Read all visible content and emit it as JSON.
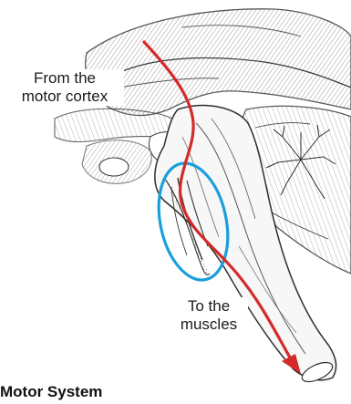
{
  "labels": {
    "from": [
      "From the",
      "motor cortex"
    ],
    "to": [
      "To the",
      "muscles"
    ]
  },
  "caption": "Motor System",
  "colors": {
    "pathway": "#d42a2a",
    "highlight": "#1a9fdc",
    "engraving": "#3a3a3a"
  },
  "icons": {
    "illustration": "brainstem-engraving",
    "pathway_arrow": "arrow-down-right-icon",
    "highlight_ring": "ellipse-outline-icon"
  }
}
